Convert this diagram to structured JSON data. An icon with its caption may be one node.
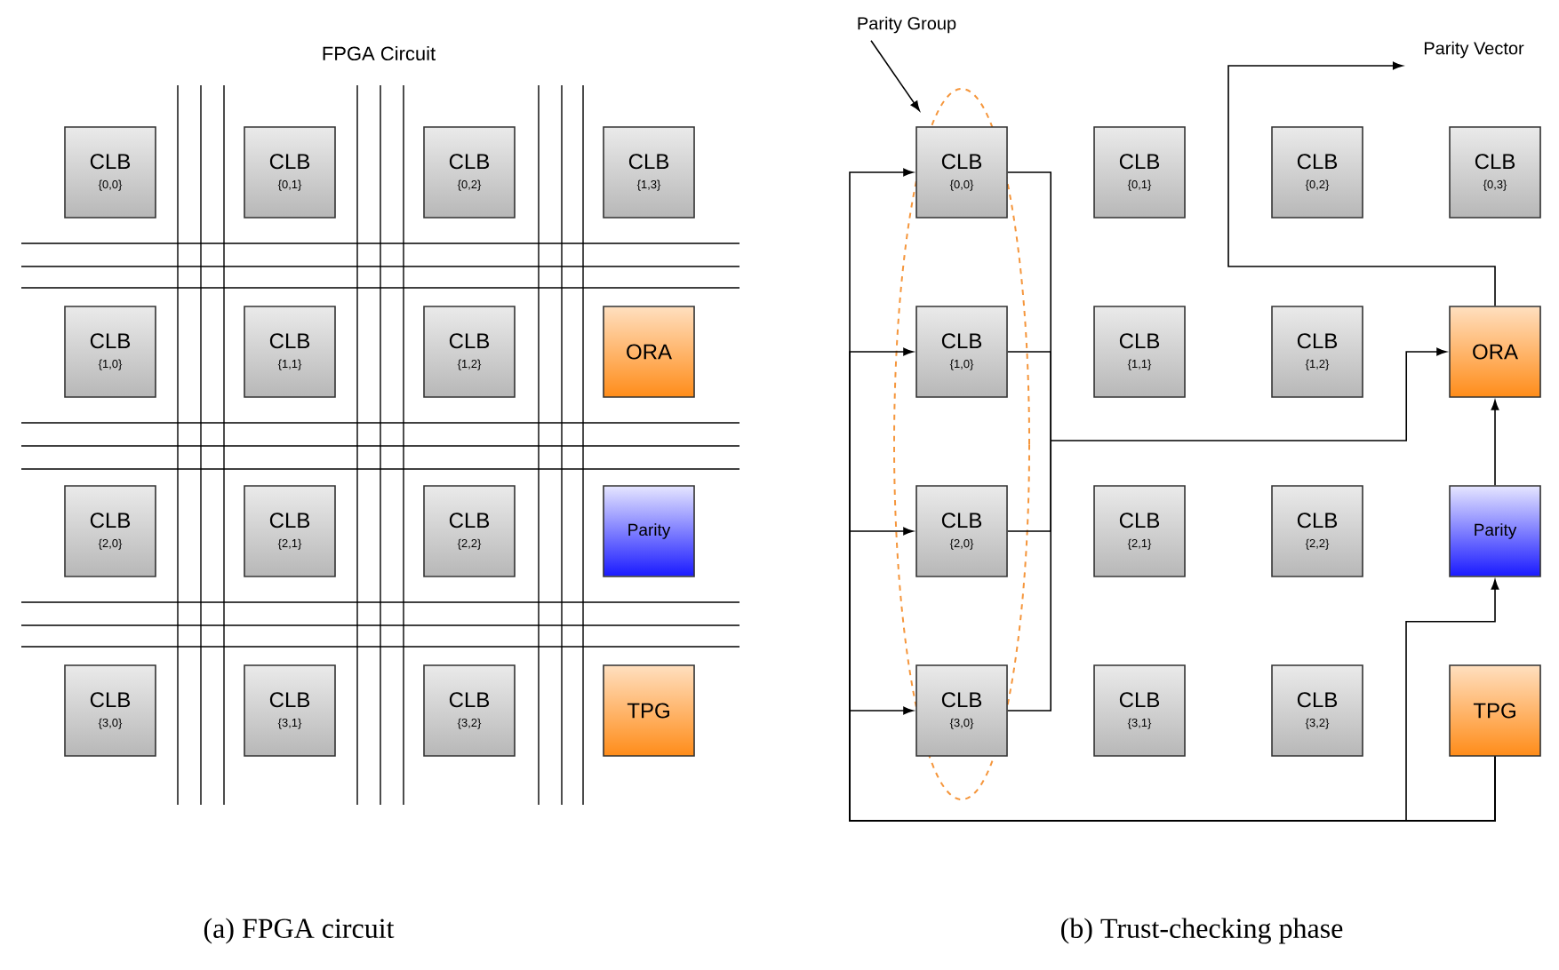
{
  "diagram": {
    "nodes": [
      {
        "text": [
          "CLB",
          "{0,0}"
        ]
      },
      {
        "text": [
          "CLB",
          "{0,1}"
        ]
      },
      {
        "text": [
          "CLB",
          "{0,2}"
        ]
      },
      {
        "text": [
          "CLB",
          "{1,3}"
        ]
      },
      {
        "text": [
          "CLB",
          "{1,0}"
        ]
      },
      {
        "text": [
          "CLB",
          "{1,1}"
        ]
      },
      {
        "text": [
          "CLB",
          "{1,2}"
        ]
      },
      {
        "text": [
          "ORA"
        ]
      },
      {
        "text": [
          "CLB",
          "{2,0}"
        ]
      },
      {
        "text": [
          "CLB",
          "{2,1}"
        ]
      },
      {
        "text": [
          "CLB",
          "{2,2}"
        ]
      },
      {
        "text": [
          "Parity"
        ]
      },
      {
        "text": [
          "CLB",
          "{3,0}"
        ]
      },
      {
        "text": [
          "CLB",
          "{3,1}"
        ]
      },
      {
        "text": [
          "CLB",
          "{3,2}"
        ]
      },
      {
        "text": [
          "TPG"
        ]
      },
      {
        "text": [
          "Parity Group"
        ]
      },
      {
        "text": [],
        "shape": "ellipse"
      },
      {
        "text": [
          "Parity Vector"
        ]
      },
      {
        "text": [
          "CLB",
          "{0,0}"
        ],
        "in": 17
      },
      {
        "text": [
          "CLB",
          "{0,1}"
        ]
      },
      {
        "text": [
          "CLB",
          "{0,2}"
        ]
      },
      {
        "text": [
          "CLB",
          "{0,3}"
        ]
      },
      {
        "text": [
          "CLB",
          "{1,0}"
        ],
        "in": 17
      },
      {
        "text": [
          "CLB",
          "{1,1}"
        ]
      },
      {
        "text": [
          "CLB",
          "{1,2}"
        ]
      },
      {
        "text": [
          "ORA"
        ]
      },
      {
        "text": [
          "CLB",
          "{2,0}"
        ],
        "in": 17
      },
      {
        "text": [
          "CLB",
          "{2,1}"
        ]
      },
      {
        "text": [
          "CLB",
          "{2,2}"
        ]
      },
      {
        "text": [
          "Parity"
        ]
      },
      {
        "text": [
          "CLB",
          "{3,0}"
        ],
        "in": 17
      },
      {
        "text": [
          "CLB",
          "{3,1}"
        ]
      },
      {
        "text": [
          "CLB",
          "{3,2}"
        ]
      },
      {
        "text": [
          "TPG"
        ]
      }
    ],
    "edges": [
      {
        "from": 16,
        "to": 17,
        "arrow": "to"
      },
      {
        "from": 34,
        "to": 19,
        "arrow": "to"
      },
      {
        "from": 34,
        "to": 23,
        "arrow": "to"
      },
      {
        "from": 34,
        "to": 27,
        "arrow": "to"
      },
      {
        "from": 34,
        "to": 31,
        "arrow": "to"
      },
      {
        "from": 34,
        "to": 30,
        "arrow": "to"
      },
      {
        "from": 19,
        "to": 26,
        "arrow": "to"
      },
      {
        "from": 23,
        "to": 26,
        "arrow": "to"
      },
      {
        "from": 27,
        "to": 26,
        "arrow": "to"
      },
      {
        "from": 31,
        "to": 26,
        "arrow": "to"
      },
      {
        "from": 30,
        "to": 26,
        "arrow": "to"
      },
      {
        "from": 26,
        "to": 18,
        "arrow": "to"
      }
    ],
    "labels": [
      "FPGA Circuit",
      "(a) FPGA circuit",
      "(b) Trust-checking phase"
    ]
  }
}
